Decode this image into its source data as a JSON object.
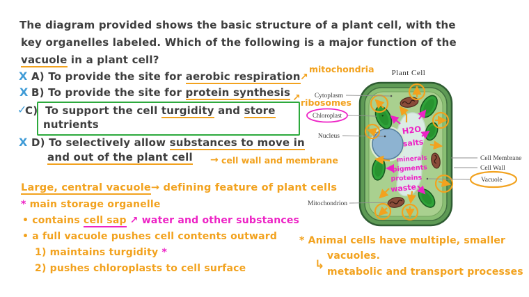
{
  "question": {
    "line1": "The diagram provided shows the basic structure of a plant cell, with the",
    "line2": "key organelles labeled. Which of the following is a major function of the",
    "vacuole_word": "vacuole",
    "line3_rest": " in a plant cell?"
  },
  "options": {
    "a": {
      "mark": "X",
      "label": "A)",
      "pre": "To provide the site for ",
      "underlined": "aerobic respiration",
      "arrow": "↗",
      "annotation": "mitochondria"
    },
    "b": {
      "mark": "X",
      "label": "B)",
      "pre": "To provide the site for ",
      "underlined": "protein synthesis",
      "arrow": "↗",
      "annotation": "ribosomes"
    },
    "c": {
      "mark": "✓",
      "label": "C)",
      "pre": "To support the cell ",
      "u1": "turgidity",
      "mid": " and ",
      "u2": "store",
      "line2": "nutrients"
    },
    "d": {
      "mark": "X",
      "label": "D)",
      "pre": "To selectively allow ",
      "u1": "substances to move in",
      "line2": "and out of the plant cell",
      "arrow": "→",
      "annotation": "cell wall and membrane"
    }
  },
  "notes_left": {
    "heading_u": "Large, central vacuole",
    "heading_arrow": "→",
    "heading_rest": " defining feature of plant cells",
    "star": "*",
    "item1": "main storage organelle",
    "bullet": "•",
    "item2_pre": "contains ",
    "item2_u": "cell sap",
    "item2_arrow": "↗",
    "item2_magenta": " water and other substances",
    "item3": "a full vacuole pushes cell contents outward",
    "sub1_num": "1)",
    "sub1_text": "maintains turgidity ",
    "sub1_star": "*",
    "sub2_num": "2)",
    "sub2_text": "pushes chloroplasts to cell surface"
  },
  "notes_right": {
    "star": "*",
    "line1": "Animal cells have multiple, smaller",
    "line2": "vacuoles.",
    "arrow": "↳",
    "line3": "metabolic and transport processes"
  },
  "diagram": {
    "title": "Plant Cell",
    "labels": {
      "cytoplasm": "Cytoplasm",
      "chloroplast": "Chloroplast",
      "nucleus": "Nucleus",
      "mitochondrion": "Mitochondrion",
      "cell_membrane": "Cell Membrane",
      "cell_wall": "Cell Wall",
      "vacuole": "Vacuole"
    },
    "vacuole_contents": [
      "H2O",
      "salts",
      "minerals",
      "pigments",
      "proteins",
      "waste"
    ]
  },
  "colors": {
    "ink": "#3e3e3e",
    "orange": "#f2a21e",
    "magenta": "#ed22c5",
    "blue": "#3f9bd6",
    "green_box": "#2ca93c"
  }
}
